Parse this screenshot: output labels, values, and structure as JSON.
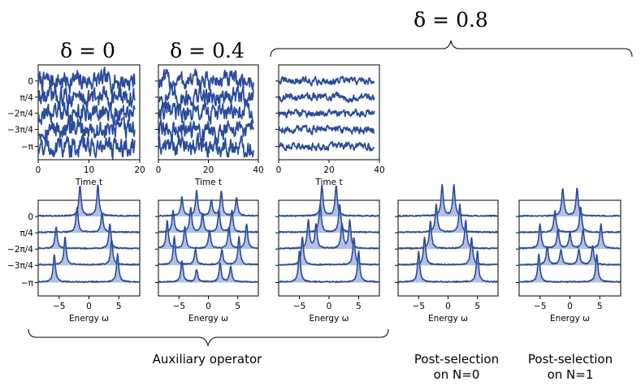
{
  "headers": {
    "delta_0": "δ = 0",
    "delta_04": "δ = 0.4",
    "delta_08": "δ = 0.8"
  },
  "captions": {
    "auxiliary": "Auxiliary operator",
    "post_n0_line1": "Post-selection",
    "post_n0_line2": "on N=0",
    "post_n1_line1": "Post-selection",
    "post_n1_line2": "on N=1"
  },
  "colors": {
    "line": "#2b4c9b",
    "fill": "#8fa6d8"
  },
  "chart_data": [
    {
      "type": "line",
      "panel": "time-delta-0",
      "xlabel": "Time t",
      "xlim": [
        0,
        20
      ],
      "xticks": [
        "0",
        "10",
        "20"
      ],
      "yticks": [
        "0",
        "π/4",
        "−2π/4",
        "−3π/4",
        "−π"
      ],
      "series": [
        {
          "name": "0",
          "x_end": 19,
          "amplitude": 0.9
        },
        {
          "name": "π/4",
          "x_end": 19,
          "amplitude": 0.9
        },
        {
          "name": "−2π/4",
          "x_end": 19,
          "amplitude": 0.9
        },
        {
          "name": "−3π/4",
          "x_end": 19,
          "amplitude": 0.9
        },
        {
          "name": "−π",
          "x_end": 19,
          "amplitude": 0.9
        }
      ]
    },
    {
      "type": "line",
      "panel": "time-delta-04",
      "xlabel": "Time t",
      "xlim": [
        0,
        40
      ],
      "xticks": [
        "0",
        "20",
        "40"
      ],
      "yticks": [
        "",
        "",
        "",
        "",
        ""
      ],
      "series": [
        {
          "name": "0",
          "x_end": 38,
          "amplitude": 0.85
        },
        {
          "name": "π/4",
          "x_end": 38,
          "amplitude": 0.85
        },
        {
          "name": "−2π/4",
          "x_end": 38,
          "amplitude": 0.85
        },
        {
          "name": "−3π/4",
          "x_end": 38,
          "amplitude": 0.85
        },
        {
          "name": "−π",
          "x_end": 38,
          "amplitude": 0.85
        }
      ]
    },
    {
      "type": "line",
      "panel": "time-delta-08",
      "xlabel": "Time t",
      "xlim": [
        0,
        40
      ],
      "xticks": [
        "0",
        "20",
        "40"
      ],
      "yticks": [
        "",
        "",
        "",
        "",
        ""
      ],
      "series": [
        {
          "name": "0",
          "x_end": 38,
          "amplitude": 0.35
        },
        {
          "name": "π/4",
          "x_end": 38,
          "amplitude": 0.35
        },
        {
          "name": "−2π/4",
          "x_end": 38,
          "amplitude": 0.35
        },
        {
          "name": "−3π/4",
          "x_end": 38,
          "amplitude": 0.35
        },
        {
          "name": "−π",
          "x_end": 38,
          "amplitude": 0.35
        }
      ]
    },
    {
      "type": "area",
      "panel": "spectrum-delta-0",
      "xlabel": "Energy ω",
      "xlim": [
        -8.5,
        8.5
      ],
      "xticks": [
        "−5",
        "0",
        "5"
      ],
      "xtick_values": [
        -5,
        0,
        5
      ],
      "yticks": [
        "0",
        "π/4",
        "−2π/4",
        "−3π/4",
        "−π"
      ],
      "series": [
        {
          "name": "0",
          "peaks": [
            [
              -1.5,
              1.0
            ],
            [
              1.5,
              1.0
            ]
          ]
        },
        {
          "name": "π/4",
          "peaks": [
            [
              -2.0,
              0.8
            ],
            [
              2.2,
              0.6
            ]
          ]
        },
        {
          "name": "−2π/4",
          "peaks": [
            [
              -5.5,
              0.7
            ],
            [
              3.5,
              0.8
            ]
          ]
        },
        {
          "name": "−3π/4",
          "peaks": [
            [
              -4.0,
              0.9
            ],
            [
              3.8,
              0.8
            ]
          ]
        },
        {
          "name": "−π",
          "peaks": [
            [
              -5.8,
              0.9
            ],
            [
              4.8,
              0.9
            ]
          ]
        }
      ]
    },
    {
      "type": "area",
      "panel": "spectrum-delta-04",
      "xlabel": "Energy ω",
      "xlim": [
        -8.5,
        8.5
      ],
      "xticks": [
        "−5",
        "0",
        "5"
      ],
      "xtick_values": [
        -5,
        0,
        5
      ],
      "yticks": [
        "",
        "",
        "",
        "",
        ""
      ],
      "series": [
        {
          "name": "0",
          "peaks": [
            [
              -4.5,
              0.6
            ],
            [
              -2.0,
              0.8
            ],
            [
              0.5,
              0.5
            ],
            [
              2.2,
              0.8
            ],
            [
              4.8,
              0.6
            ]
          ]
        },
        {
          "name": "π/4",
          "peaks": [
            [
              -6.0,
              0.7
            ],
            [
              -3.0,
              0.8
            ],
            [
              -1.0,
              0.6
            ],
            [
              1.8,
              0.7
            ],
            [
              4.0,
              0.7
            ]
          ]
        },
        {
          "name": "−2π/4",
          "peaks": [
            [
              -7.0,
              0.9
            ],
            [
              -4.0,
              0.7
            ],
            [
              0.2,
              0.6
            ],
            [
              3.5,
              0.7
            ],
            [
              6.5,
              0.8
            ]
          ]
        },
        {
          "name": "−3π/4",
          "peaks": [
            [
              -5.8,
              0.9
            ],
            [
              -2.2,
              0.5
            ],
            [
              2.3,
              0.5
            ],
            [
              5.2,
              0.9
            ]
          ]
        },
        {
          "name": "−π",
          "peaks": [
            [
              -4.5,
              0.7
            ],
            [
              -2.0,
              0.4
            ],
            [
              2.0,
              0.6
            ],
            [
              3.8,
              0.5
            ]
          ]
        }
      ]
    },
    {
      "type": "area",
      "panel": "spectrum-delta-08",
      "xlabel": "Energy ω",
      "xlim": [
        -8.5,
        8.5
      ],
      "xticks": [
        "−5",
        "0",
        "5"
      ],
      "xtick_values": [
        -5,
        0,
        5
      ],
      "yticks": [
        "",
        "",
        "",
        "",
        ""
      ],
      "series": [
        {
          "name": "0",
          "peaks": [
            [
              -1.2,
              1.0
            ],
            [
              1.2,
              1.0
            ]
          ]
        },
        {
          "name": "π/4",
          "peaks": [
            [
              -1.5,
              0.9
            ],
            [
              1.8,
              0.9
            ]
          ]
        },
        {
          "name": "−2π/4",
          "peaks": [
            [
              -3.5,
              0.9
            ],
            [
              -2.2,
              0.8
            ],
            [
              2.2,
              0.8
            ],
            [
              3.5,
              0.9
            ]
          ]
        },
        {
          "name": "−3π/4",
          "peaks": [
            [
              -4.5,
              0.9
            ],
            [
              4.2,
              0.9
            ]
          ]
        },
        {
          "name": "−π",
          "peaks": [
            [
              -5.0,
              1.0
            ],
            [
              5.0,
              1.0
            ]
          ]
        }
      ]
    },
    {
      "type": "area",
      "panel": "spectrum-post-n0",
      "xlabel": "Energy ω",
      "xlim": [
        -8.5,
        8.5
      ],
      "xticks": [
        "−5",
        "0",
        "5"
      ],
      "xtick_values": [
        -5,
        0,
        5
      ],
      "yticks": [
        "",
        "",
        "",
        "",
        ""
      ],
      "series": [
        {
          "name": "0",
          "peaks": [
            [
              -1.0,
              1.0
            ],
            [
              1.0,
              1.0
            ]
          ]
        },
        {
          "name": "π/4",
          "peaks": [
            [
              -2.0,
              0.9
            ],
            [
              2.0,
              0.9
            ]
          ]
        },
        {
          "name": "−2π/4",
          "peaks": [
            [
              -3.0,
              0.9
            ],
            [
              3.0,
              0.9
            ]
          ]
        },
        {
          "name": "−3π/4",
          "peaks": [
            [
              -4.0,
              0.9
            ],
            [
              4.0,
              0.9
            ]
          ]
        },
        {
          "name": "−π",
          "peaks": [
            [
              -5.0,
              1.0
            ],
            [
              5.0,
              1.0
            ]
          ]
        }
      ]
    },
    {
      "type": "area",
      "panel": "spectrum-post-n1",
      "xlabel": "Energy ω",
      "xlim": [
        -8.5,
        8.5
      ],
      "xticks": [
        "−5",
        "0",
        "5"
      ],
      "xtick_values": [
        -5,
        0,
        5
      ],
      "yticks": [
        "",
        "",
        "",
        "",
        ""
      ],
      "series": [
        {
          "name": "0",
          "peaks": [
            [
              -1.2,
              0.9
            ],
            [
              1.2,
              0.9
            ]
          ]
        },
        {
          "name": "π/4",
          "peaks": [
            [
              -2.5,
              0.7
            ],
            [
              1.8,
              0.8
            ]
          ]
        },
        {
          "name": "−2π/4",
          "peaks": [
            [
              -5.0,
              0.8
            ],
            [
              -2.0,
              0.6
            ],
            [
              0.0,
              0.5
            ],
            [
              2.2,
              0.6
            ],
            [
              5.2,
              0.8
            ]
          ]
        },
        {
          "name": "−3π/4",
          "peaks": [
            [
              -3.8,
              0.6
            ],
            [
              -1.5,
              0.5
            ],
            [
              1.5,
              0.5
            ],
            [
              3.8,
              0.6
            ]
          ]
        },
        {
          "name": "−π",
          "peaks": [
            [
              -5.2,
              0.9
            ],
            [
              4.5,
              0.9
            ]
          ]
        }
      ]
    }
  ]
}
